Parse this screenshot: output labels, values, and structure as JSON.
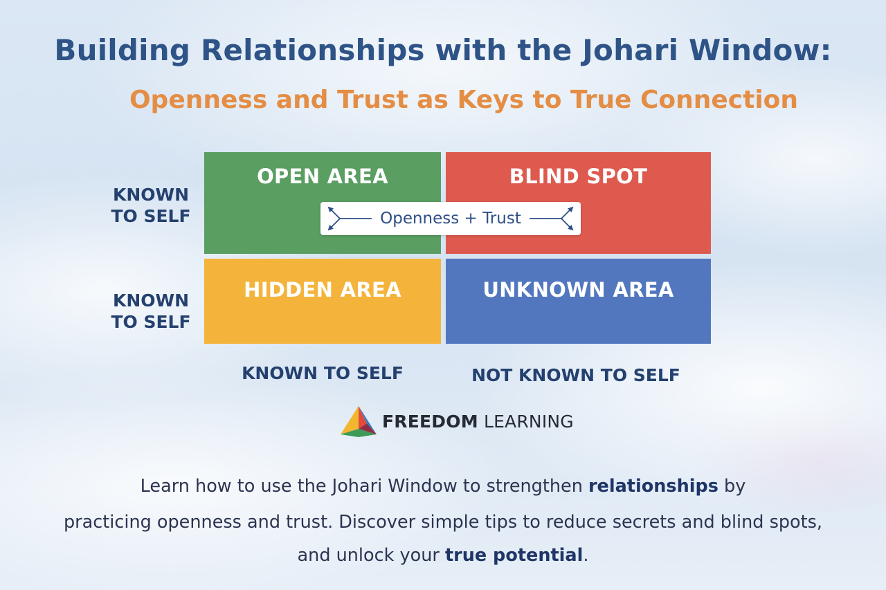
{
  "header": {
    "title": "Building Relationships with the Johari Window:",
    "subtitle": "Openness and Trust as Keys to True Connection"
  },
  "quadrants": {
    "open": "OPEN AREA",
    "blind": "BLIND SPOT",
    "hidden": "HIDDEN AREA",
    "unknown": "UNKNOWN AREA"
  },
  "arrow_label": "Openness + Trust",
  "row_labels": [
    {
      "line1": "KNOWN",
      "line2": "TO SELF"
    },
    {
      "line1": "KNOWN",
      "line2": "TO SELF"
    }
  ],
  "column_labels": [
    "KNOWN TO SELF",
    "NOT KNOWN TO SELF"
  ],
  "logo": {
    "bold": "FREEDOM",
    "regular": "LEARNING"
  },
  "description": {
    "line1_pre": "Learn how to use the Johari Window to strengthen ",
    "line1_bold": "relationships",
    "line1_post": " by",
    "line2": "practicing openness and trust. Discover simple tips to reduce secrets and blind spots,",
    "line3_pre": "and unlock your ",
    "line3_bold": "true potential",
    "line3_post": "."
  },
  "colors": {
    "open": "#5a9e62",
    "blind": "#de5a4e",
    "hidden": "#f4b43c",
    "unknown": "#5277bf",
    "title": "#2e5386",
    "subtitle": "#e48d44"
  }
}
